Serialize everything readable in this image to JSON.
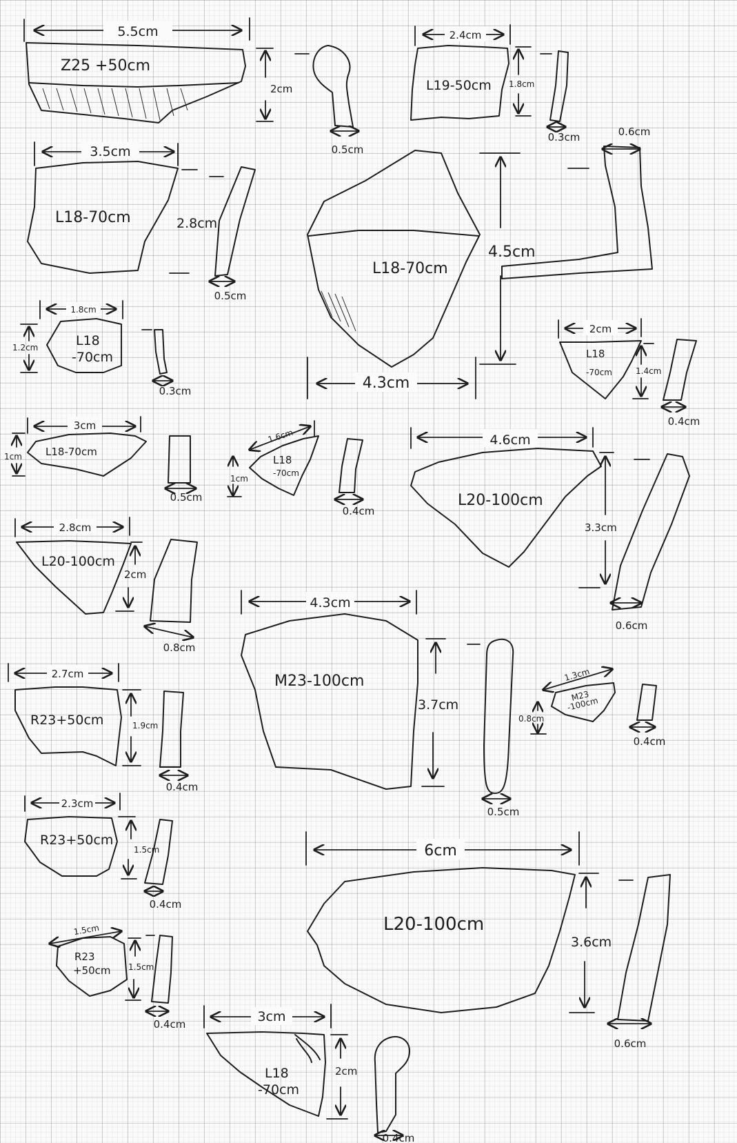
{
  "sherds": [
    {
      "label": "Z25 +50cm",
      "width": "5.5cm",
      "height": "2cm",
      "thickness": "0.5cm"
    },
    {
      "label": "L19-50cm",
      "width": "2.4cm",
      "height": "1.8cm",
      "thickness": "0.3cm"
    },
    {
      "label": "L18-70cm",
      "width": "3.5cm",
      "height": "2.8cm",
      "thickness": "0.5cm"
    },
    {
      "label": "L18-70cm",
      "width": "4.3cm",
      "height": "4.5cm",
      "thickness": "0.6cm"
    },
    {
      "label_line1": "L18",
      "label_line2": "-70cm",
      "width": "1.8cm",
      "height": "1.2cm",
      "thickness": "0.3cm"
    },
    {
      "label_line1": "L18",
      "label_line2": "-70cm",
      "width": "2cm",
      "height": "1.4cm",
      "thickness": "0.4cm"
    },
    {
      "label": "L18-70cm",
      "width": "3cm",
      "height": "1cm",
      "thickness": "0.5cm"
    },
    {
      "label_line1": "L18",
      "label_line2": "-70cm",
      "width": "1.6cm",
      "height": "1cm",
      "thickness": "0.4cm"
    },
    {
      "label": "L20-100cm",
      "width": "4.6cm",
      "height": "3.3cm",
      "thickness": "0.6cm"
    },
    {
      "label": "L20-100cm",
      "width": "2.8cm",
      "height": "2cm",
      "thickness": "0.8cm"
    },
    {
      "label": "M23-100cm",
      "width": "4.3cm",
      "height": "3.7cm",
      "thickness": "0.5cm"
    },
    {
      "label": "R23+50cm",
      "width": "2.7cm",
      "height": "1.9cm",
      "thickness": "0.4cm"
    },
    {
      "label_line1": "M23",
      "label_line2": "-100cm",
      "width": "1.3cm",
      "height": "0.8cm",
      "thickness": "0.4cm"
    },
    {
      "label": "R23+50cm",
      "width": "2.3cm",
      "height": "1.5cm",
      "thickness": "0.4cm"
    },
    {
      "label": "L20-100cm",
      "width": "6cm",
      "height": "3.6cm",
      "thickness": "0.6cm"
    },
    {
      "label_line1": "R23",
      "label_line2": "+50cm",
      "width": "1.5cm",
      "height": "1.5cm",
      "thickness": "0.4cm"
    },
    {
      "label_line1": "L18",
      "label_line2": "-70cm",
      "width": "3cm",
      "height": "2cm",
      "thickness": "0.4cm"
    }
  ]
}
